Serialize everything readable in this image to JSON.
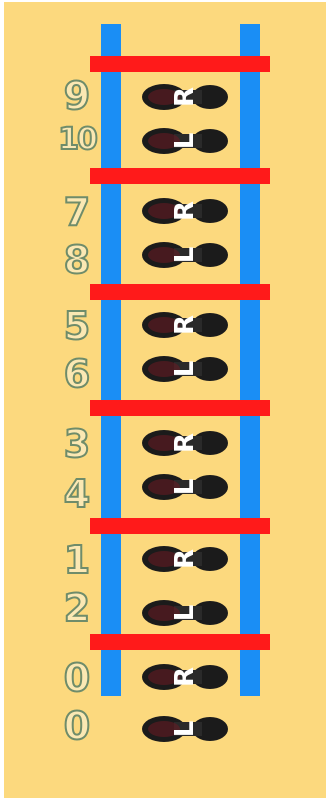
{
  "colors": {
    "background": "#fcd97e",
    "rails": "#1a8ef5",
    "rungs": "#ff1a1a",
    "footprint": "#1b1b1b",
    "number_fill": "#fbe8b3",
    "number_outline": "#6f8c6a"
  },
  "rows": [
    {
      "number": "9",
      "foot": "R"
    },
    {
      "number": "10",
      "foot": "L"
    },
    {
      "number": "7",
      "foot": "R"
    },
    {
      "number": "8",
      "foot": "L"
    },
    {
      "number": "5",
      "foot": "R"
    },
    {
      "number": "6",
      "foot": "L"
    },
    {
      "number": "3",
      "foot": "R"
    },
    {
      "number": "4",
      "foot": "L"
    },
    {
      "number": "1",
      "foot": "R"
    },
    {
      "number": "2",
      "foot": "L"
    },
    {
      "number": "0",
      "foot": "R"
    },
    {
      "number": "0",
      "foot": "L"
    }
  ]
}
